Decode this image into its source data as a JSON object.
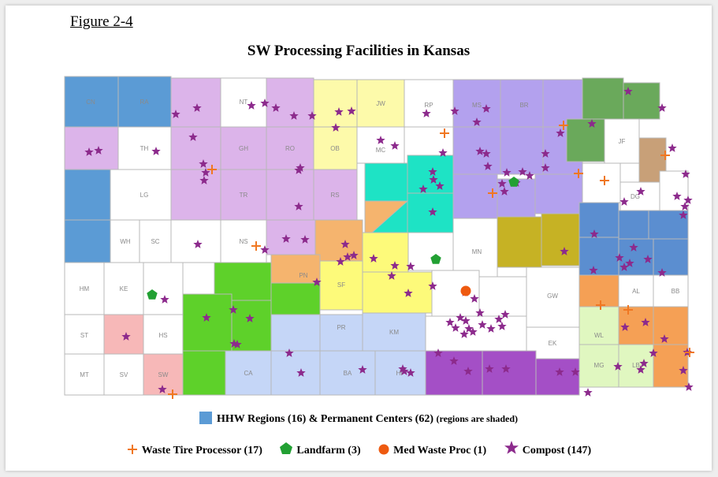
{
  "figure_label": "Figure 2-4",
  "title": "SW Processing Facilities in Kansas",
  "colors": {
    "hhw": "#5b9bd5",
    "tire": "#f07722",
    "landfarm": "#22a033",
    "medwaste": "#ee5a10",
    "compost": "#8c2a8c",
    "county_border": "#b8b8b8"
  },
  "legend": {
    "hhw_label": "HHW Regions (16) & Permanent Centers (62)",
    "hhw_note": "(regions are shaded)",
    "tire_label": "Waste Tire Processor (17)",
    "landfarm_label": "Landfarm (3)",
    "medwaste_label": "Med Waste Proc (1)",
    "compost_label": "Compost (147)"
  },
  "county_labels": [
    "CN",
    "RA",
    "NT",
    "JW",
    "RP",
    "MS",
    "BR",
    "TH",
    "GH",
    "RO",
    "OB",
    "MC",
    "JF",
    "LG",
    "TR",
    "RS",
    "DG",
    "WH",
    "SC",
    "NS",
    "MN",
    "HM",
    "KE",
    "PN",
    "SF",
    "BB",
    "ST",
    "HS",
    "PR",
    "KM",
    "GW",
    "AL",
    "EK",
    "WL",
    "MT",
    "SV",
    "SW",
    "CA",
    "BA",
    "HP",
    "MG",
    "LB"
  ],
  "symbols": {
    "tire": [
      [
        262,
        208
      ],
      [
        557,
        162
      ],
      [
        708,
        152
      ],
      [
        727,
        213
      ],
      [
        760,
        222
      ],
      [
        618,
        238
      ],
      [
        837,
        190
      ],
      [
        318,
        305
      ],
      [
        755,
        380
      ],
      [
        790,
        386
      ],
      [
        868,
        440
      ],
      [
        212,
        493
      ]
    ],
    "landfarm": [
      [
        645,
        224
      ],
      [
        546,
        322
      ],
      [
        186,
        367
      ]
    ],
    "medwaste": [
      [
        584,
        362
      ]
    ],
    "compost": [
      [
        118,
        184
      ],
      [
        106,
        186
      ],
      [
        191,
        185
      ],
      [
        243,
        130
      ],
      [
        238,
        167
      ],
      [
        251,
        201
      ],
      [
        254,
        212
      ],
      [
        252,
        222
      ],
      [
        216,
        138
      ],
      [
        312,
        127
      ],
      [
        329,
        124
      ],
      [
        343,
        130
      ],
      [
        366,
        140
      ],
      [
        389,
        140
      ],
      [
        374,
        206
      ],
      [
        372,
        209
      ],
      [
        372,
        255
      ],
      [
        380,
        297
      ],
      [
        356,
        296
      ],
      [
        244,
        303
      ],
      [
        329,
        310
      ],
      [
        423,
        135
      ],
      [
        419,
        155
      ],
      [
        439,
        134
      ],
      [
        476,
        171
      ],
      [
        494,
        178
      ],
      [
        534,
        137
      ],
      [
        570,
        134
      ],
      [
        555,
        187
      ],
      [
        542,
        211
      ],
      [
        530,
        233
      ],
      [
        543,
        221
      ],
      [
        551,
        229
      ],
      [
        542,
        262
      ],
      [
        610,
        131
      ],
      [
        598,
        148
      ],
      [
        602,
        185
      ],
      [
        610,
        188
      ],
      [
        612,
        204
      ],
      [
        636,
        212
      ],
      [
        656,
        211
      ],
      [
        665,
        216
      ],
      [
        648,
        225
      ],
      [
        633,
        236
      ],
      [
        630,
        226
      ],
      [
        685,
        206
      ],
      [
        704,
        162
      ],
      [
        685,
        188
      ],
      [
        744,
        150
      ],
      [
        790,
        109
      ],
      [
        833,
        130
      ],
      [
        846,
        181
      ],
      [
        863,
        214
      ],
      [
        852,
        242
      ],
      [
        866,
        247
      ],
      [
        862,
        255
      ],
      [
        860,
        266
      ],
      [
        806,
        236
      ],
      [
        785,
        249
      ],
      [
        747,
        290
      ],
      [
        709,
        312
      ],
      [
        797,
        307
      ],
      [
        815,
        322
      ],
      [
        785,
        332
      ],
      [
        792,
        327
      ],
      [
        779,
        320
      ],
      [
        746,
        336
      ],
      [
        833,
        339
      ],
      [
        777,
        458
      ],
      [
        810,
        454
      ],
      [
        822,
        441
      ],
      [
        806,
        462
      ],
      [
        836,
        423
      ],
      [
        865,
        440
      ],
      [
        860,
        463
      ],
      [
        867,
        484
      ],
      [
        739,
        491
      ],
      [
        812,
        402
      ],
      [
        786,
        408
      ],
      [
        431,
        303
      ],
      [
        442,
        317
      ],
      [
        425,
        325
      ],
      [
        434,
        319
      ],
      [
        395,
        351
      ],
      [
        467,
        321
      ],
      [
        494,
        330
      ],
      [
        490,
        343
      ],
      [
        514,
        331
      ],
      [
        511,
        365
      ],
      [
        504,
        461
      ],
      [
        506,
        464
      ],
      [
        514,
        466
      ],
      [
        453,
        462
      ],
      [
        360,
        441
      ],
      [
        375,
        466
      ],
      [
        255,
        396
      ],
      [
        289,
        386
      ],
      [
        310,
        397
      ],
      [
        294,
        430
      ],
      [
        290,
        429
      ],
      [
        202,
        373
      ],
      [
        153,
        420
      ],
      [
        199,
        487
      ],
      [
        564,
        402
      ],
      [
        577,
        396
      ],
      [
        584,
        400
      ],
      [
        588,
        410
      ],
      [
        582,
        417
      ],
      [
        593,
        414
      ],
      [
        571,
        409
      ],
      [
        605,
        405
      ],
      [
        626,
        398
      ],
      [
        630,
        407
      ],
      [
        634,
        392
      ],
      [
        616,
        410
      ],
      [
        602,
        390
      ],
      [
        595,
        372
      ],
      [
        583,
        364
      ],
      [
        549,
        441
      ],
      [
        569,
        451
      ],
      [
        587,
        464
      ],
      [
        614,
        461
      ],
      [
        635,
        461
      ],
      [
        703,
        465
      ],
      [
        723,
        465
      ],
      [
        542,
        356
      ]
    ]
  }
}
